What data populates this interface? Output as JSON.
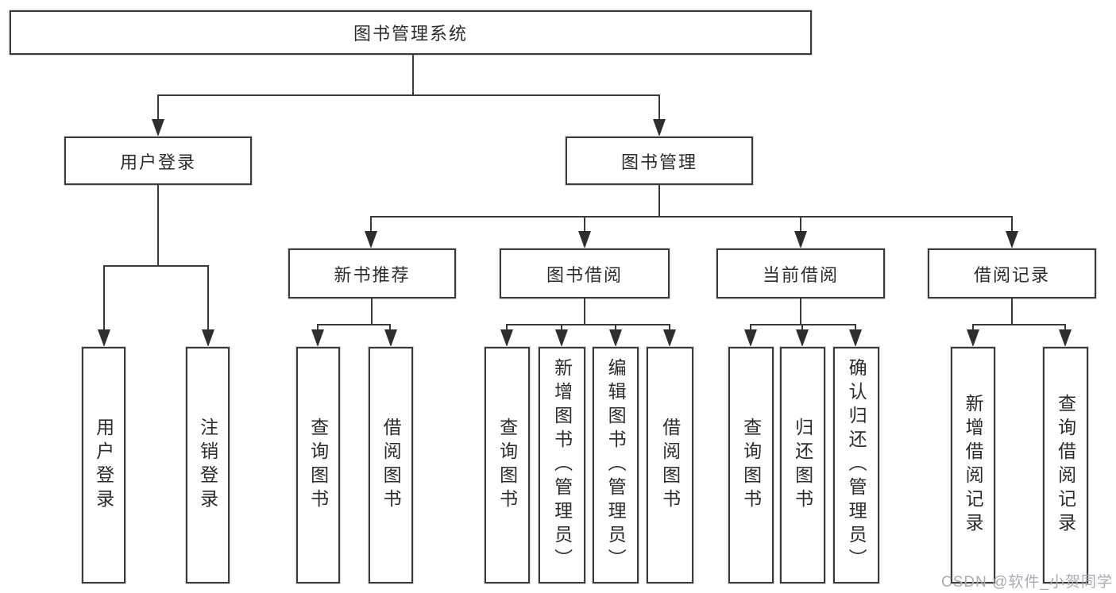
{
  "tree": {
    "label": "图书管理系统",
    "children": [
      {
        "label": "用户登录",
        "children": [
          {
            "label": "用户登录"
          },
          {
            "label": "注销登录"
          }
        ]
      },
      {
        "label": "图书管理",
        "children": [
          {
            "label": "新书推荐",
            "children": [
              {
                "label": "查询图书"
              },
              {
                "label": "借阅图书"
              }
            ]
          },
          {
            "label": "图书借阅",
            "children": [
              {
                "label": "查询图书"
              },
              {
                "label": "新增图书（管理员）"
              },
              {
                "label": "编辑图书（管理员）"
              },
              {
                "label": "借阅图书"
              }
            ]
          },
          {
            "label": "当前借阅",
            "children": [
              {
                "label": "查询图书"
              },
              {
                "label": "归还图书"
              },
              {
                "label": "确认归还（管理员）"
              }
            ]
          },
          {
            "label": "借阅记录",
            "children": [
              {
                "label": "新增借阅记录"
              },
              {
                "label": "查询借阅记录"
              }
            ]
          }
        ]
      }
    ]
  },
  "watermark": {
    "text": "CSDN @软件_小贺同学",
    "color": "#a8adb5"
  },
  "colors": {
    "line": "#3a3a3a",
    "box_border": "#3a3a3a",
    "text": "#2b2b2b",
    "background": "#ffffff"
  }
}
